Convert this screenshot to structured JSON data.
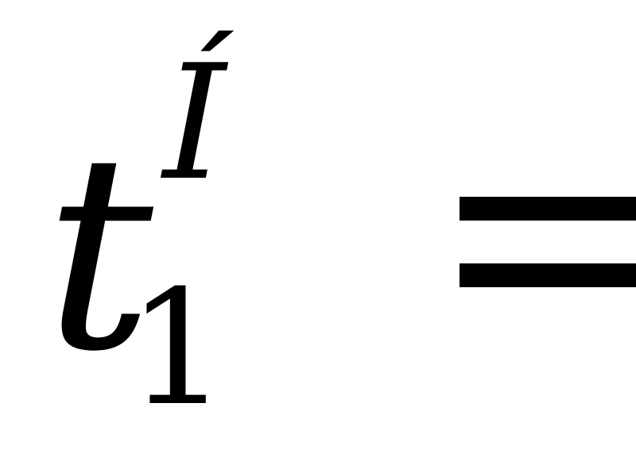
{
  "formula": {
    "base": "t",
    "superscript": "Í",
    "subscript": "1",
    "operator": "="
  },
  "colors": {
    "background": "#ffffff",
    "ink": "#000000"
  }
}
